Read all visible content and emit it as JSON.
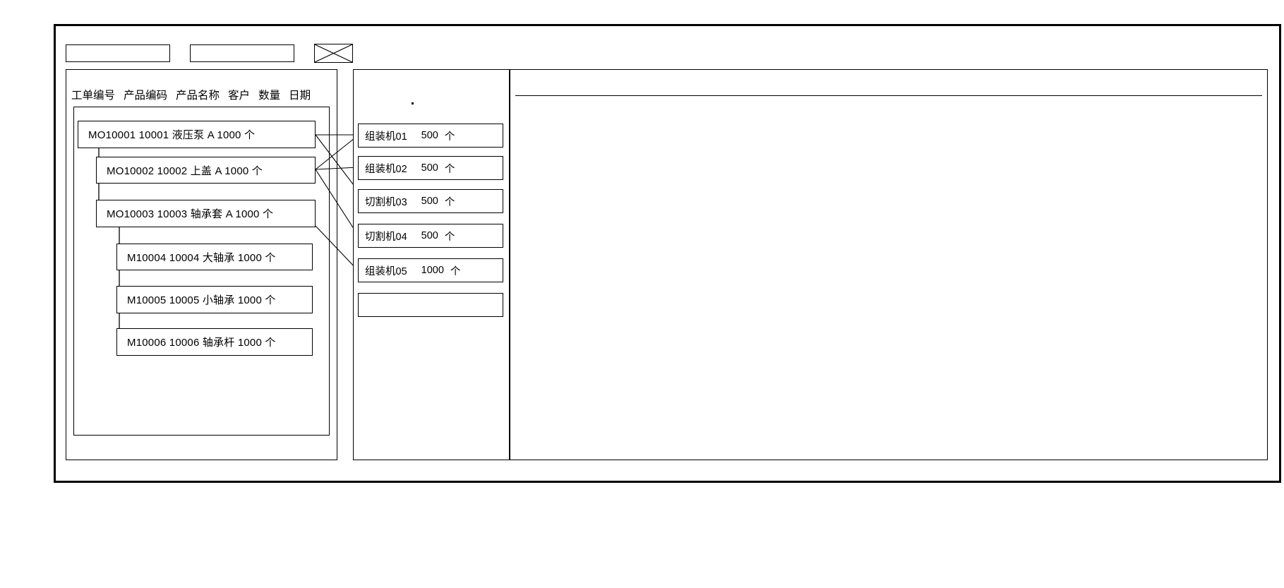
{
  "toolbar": {
    "button_1_label": "",
    "button_2_label": "",
    "placeholder_icon": "x-box-icon"
  },
  "work_order_panel": {
    "columns": [
      "工单编号",
      "产品编码",
      "产品名称",
      "客户",
      "数量",
      "日期"
    ],
    "rows": [
      {
        "level": 0,
        "text": "MO10001   10001  液压泵   A    1000 个"
      },
      {
        "level": 1,
        "text": "MO10002  10002  上盖  A   1000  个"
      },
      {
        "level": 1,
        "text": "MO10003  10003  轴承套 A   1000   个"
      },
      {
        "level": 2,
        "text": "M10004 10004  大轴承  1000  个"
      },
      {
        "level": 2,
        "text": "M10005  10005  小轴承  1000  个"
      },
      {
        "level": 2,
        "text": "M10006  10006  轴承杆  1000  个"
      }
    ]
  },
  "machine_panel": {
    "cards": [
      {
        "name": "组装机01",
        "qty": "500",
        "unit": "个"
      },
      {
        "name": "组装机02",
        "qty": "500",
        "unit": "个"
      },
      {
        "name": "切割机03",
        "qty": "500",
        "unit": "个"
      },
      {
        "name": "切割机04",
        "qty": "500",
        "unit": "个"
      },
      {
        "name": "组装机05",
        "qty": "1000",
        "unit": "个"
      },
      {
        "name": "",
        "qty": "",
        "unit": ""
      }
    ]
  },
  "detail_panel": {
    "header_text": "",
    "body_text": ""
  },
  "colors": {
    "stroke": "#000000",
    "background": "#ffffff"
  }
}
